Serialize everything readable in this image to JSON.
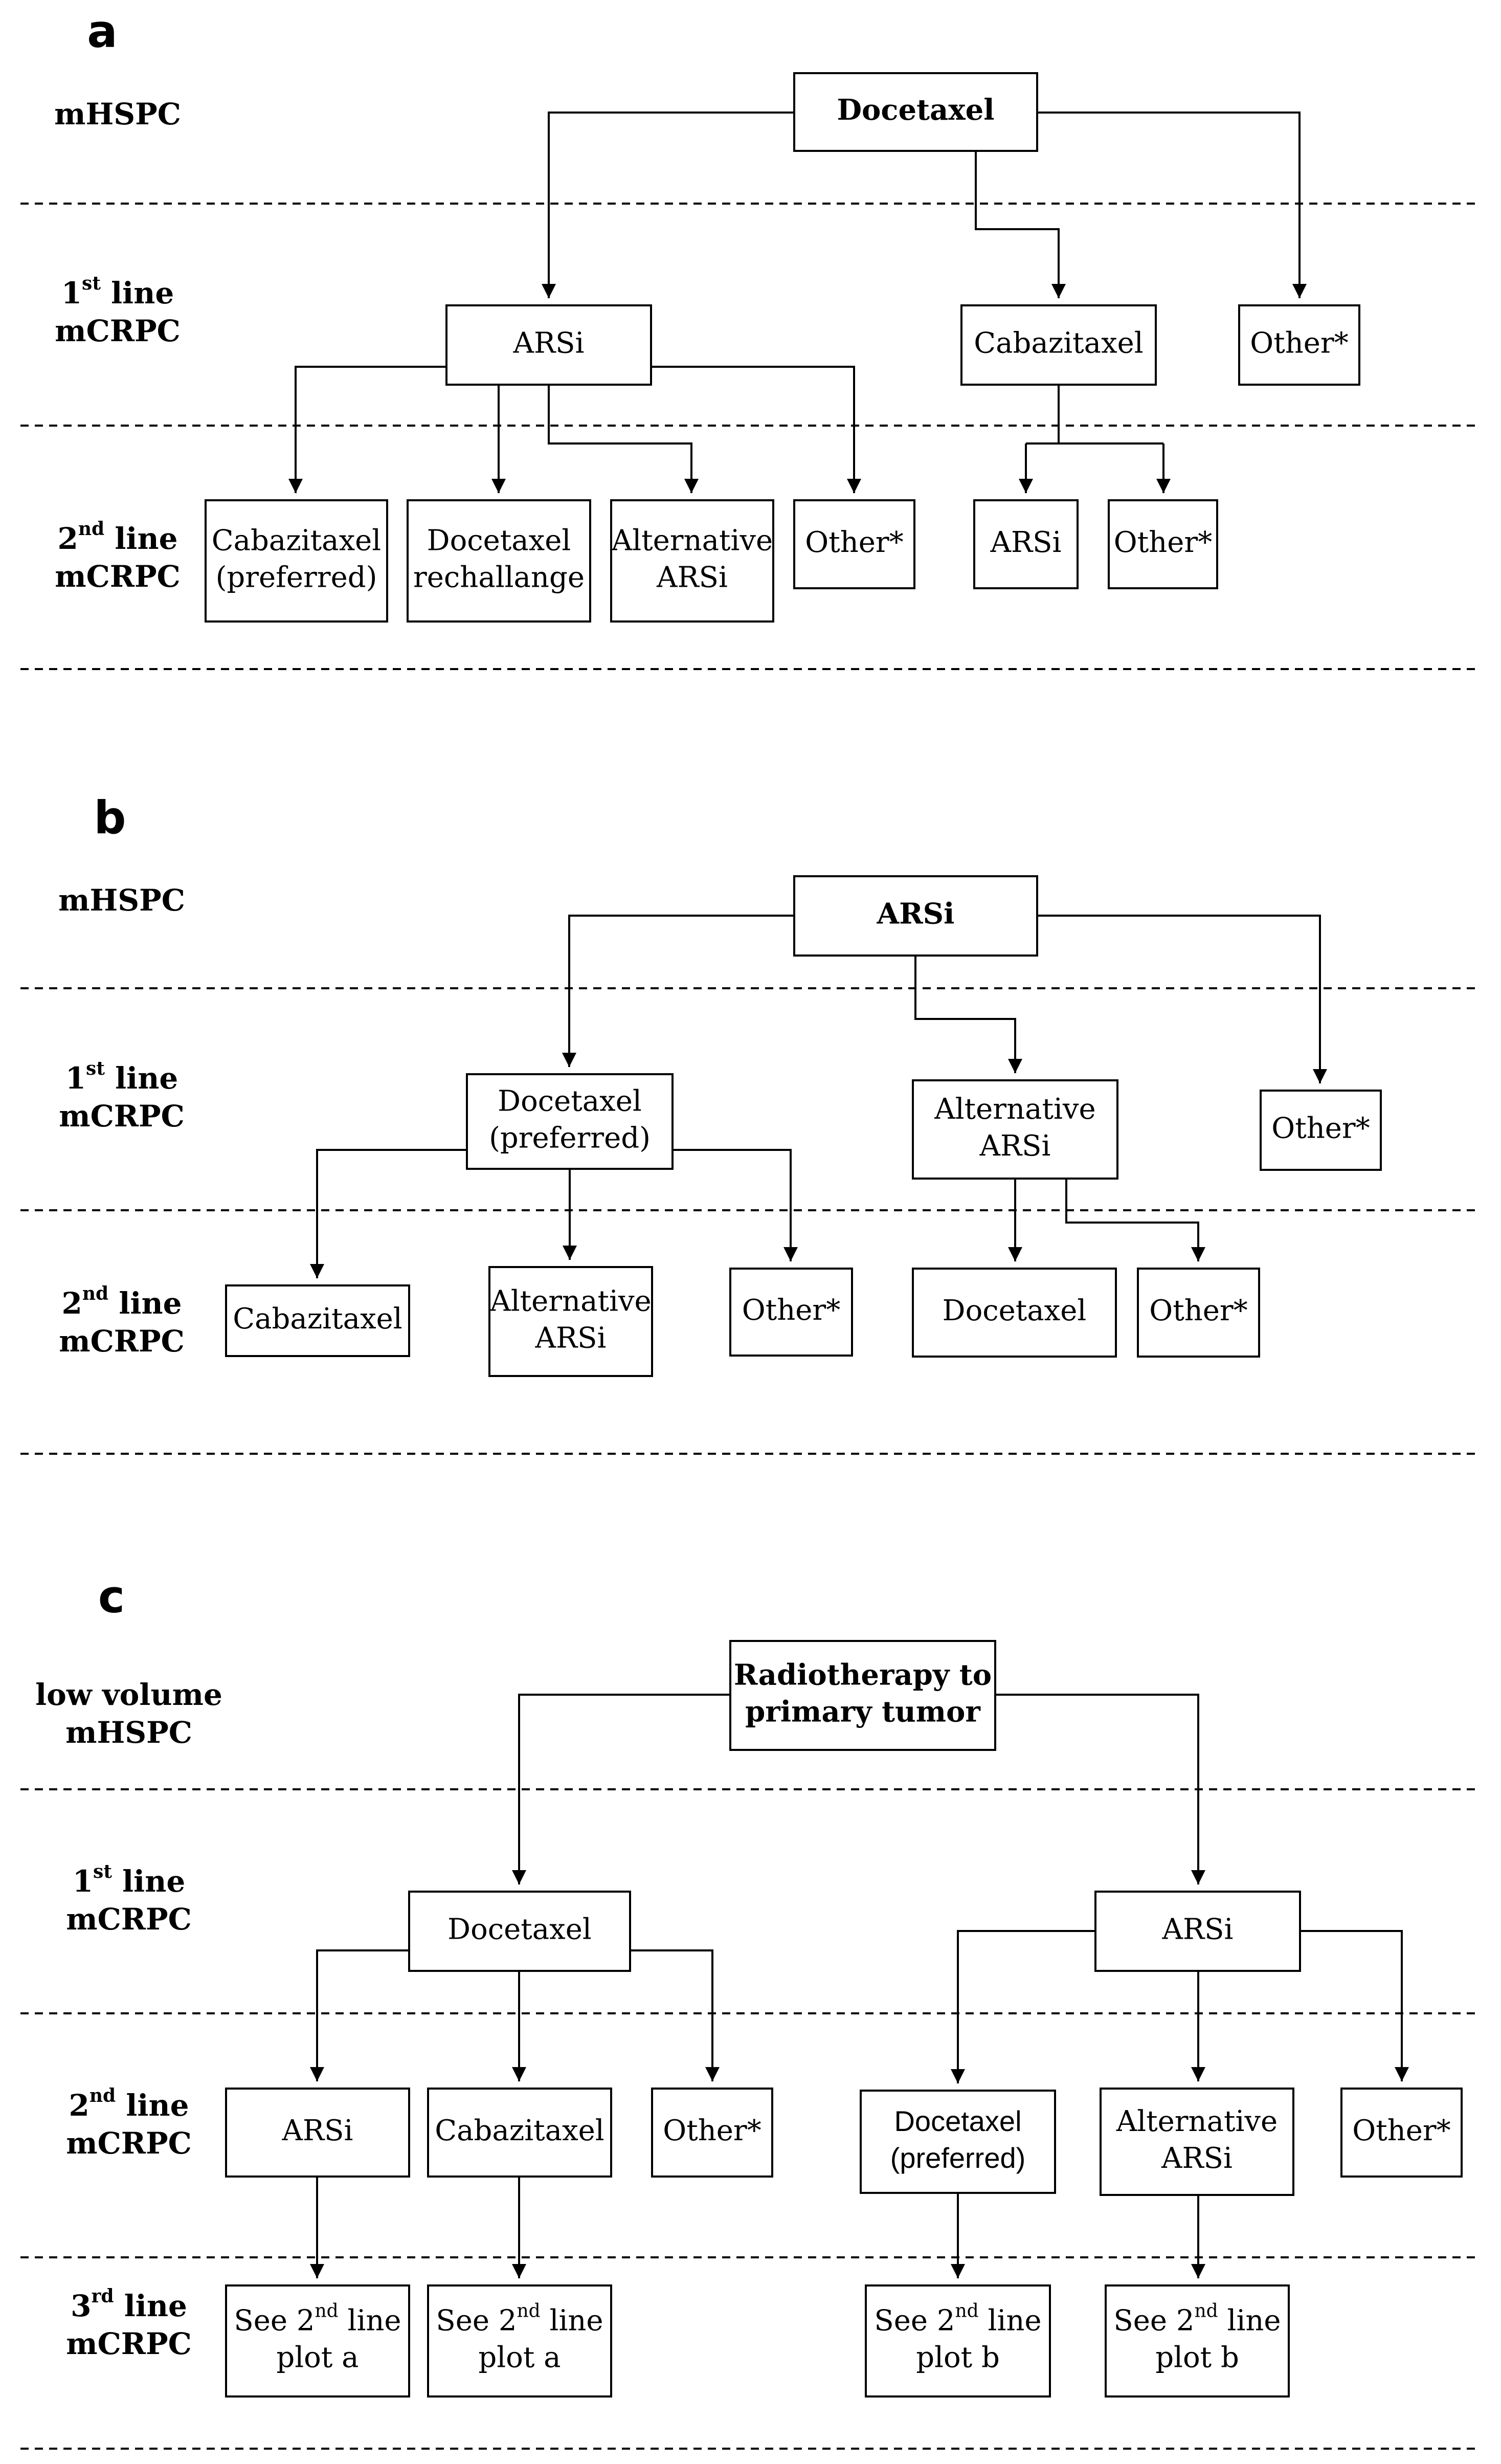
{
  "panels": [
    {
      "letter": "a",
      "rows": [
        {
          "lines": [
            [
              "mHSPC"
            ]
          ]
        },
        {
          "lines": [
            [
              "1",
              "st",
              " line"
            ],
            [
              "mCRPC"
            ]
          ]
        },
        {
          "lines": [
            [
              "2",
              "nd",
              " line"
            ],
            [
              "mCRPC"
            ]
          ]
        }
      ],
      "nodes": [
        {
          "lines": [
            [
              "Docetaxel"
            ]
          ],
          "bold": true
        },
        {
          "lines": [
            [
              "ARSi"
            ]
          ]
        },
        {
          "lines": [
            [
              "Cabazitaxel"
            ]
          ]
        },
        {
          "lines": [
            [
              "Other*"
            ]
          ]
        },
        {
          "lines": [
            [
              "Cabazitaxel"
            ],
            [
              "(preferred)"
            ]
          ]
        },
        {
          "lines": [
            [
              "Docetaxel"
            ],
            [
              "rechallange"
            ]
          ]
        },
        {
          "lines": [
            [
              "Alternative"
            ],
            [
              "ARSi"
            ]
          ]
        },
        {
          "lines": [
            [
              "Other*"
            ]
          ]
        },
        {
          "lines": [
            [
              "ARSi"
            ]
          ]
        },
        {
          "lines": [
            [
              "Other*"
            ]
          ]
        }
      ]
    },
    {
      "letter": "b",
      "rows": [
        {
          "lines": [
            [
              "mHSPC"
            ]
          ]
        },
        {
          "lines": [
            [
              "1",
              "st",
              " line"
            ],
            [
              "mCRPC"
            ]
          ]
        },
        {
          "lines": [
            [
              "2",
              "nd",
              " line"
            ],
            [
              "mCRPC"
            ]
          ]
        }
      ],
      "nodes": [
        {
          "lines": [
            [
              "ARSi"
            ]
          ],
          "bold": true
        },
        {
          "lines": [
            [
              "Docetaxel"
            ],
            [
              "(preferred)"
            ]
          ]
        },
        {
          "lines": [
            [
              "Alternative"
            ],
            [
              "ARSi"
            ]
          ]
        },
        {
          "lines": [
            [
              "Other*"
            ]
          ]
        },
        {
          "lines": [
            [
              "Cabazitaxel"
            ]
          ]
        },
        {
          "lines": [
            [
              "Alternative"
            ],
            [
              "ARSi"
            ]
          ]
        },
        {
          "lines": [
            [
              "Other*"
            ]
          ]
        },
        {
          "lines": [
            [
              "Docetaxel"
            ]
          ]
        },
        {
          "lines": [
            [
              "Other*"
            ]
          ]
        }
      ]
    },
    {
      "letter": "c",
      "rows": [
        {
          "lines": [
            [
              "low volume"
            ],
            [
              "mHSPC"
            ]
          ]
        },
        {
          "lines": [
            [
              "1",
              "st",
              " line"
            ],
            [
              "mCRPC"
            ]
          ]
        },
        {
          "lines": [
            [
              "2",
              "nd",
              " line"
            ],
            [
              "mCRPC"
            ]
          ]
        },
        {
          "lines": [
            [
              "3",
              "rd",
              " line"
            ],
            [
              "mCRPC"
            ]
          ]
        }
      ],
      "nodes": [
        {
          "lines": [
            [
              "Radiotherapy to"
            ],
            [
              "primary tumor"
            ]
          ],
          "bold": true
        },
        {
          "lines": [
            [
              "Docetaxel"
            ]
          ]
        },
        {
          "lines": [
            [
              "ARSi"
            ]
          ]
        },
        {
          "lines": [
            [
              "ARSi"
            ]
          ]
        },
        {
          "lines": [
            [
              "Cabazitaxel"
            ]
          ]
        },
        {
          "lines": [
            [
              "Other*"
            ]
          ]
        },
        {
          "lines": [
            [
              "Docetaxel"
            ],
            [
              "(preferred)"
            ]
          ],
          "sans": true
        },
        {
          "lines": [
            [
              "Alternative"
            ],
            [
              "ARSi"
            ]
          ]
        },
        {
          "lines": [
            [
              "Other*"
            ]
          ]
        },
        {
          "lines": [
            [
              "See 2",
              "nd",
              " line"
            ],
            [
              "plot a"
            ]
          ]
        },
        {
          "lines": [
            [
              "See 2",
              "nd",
              " line"
            ],
            [
              "plot a"
            ]
          ]
        },
        {
          "lines": [
            [
              "See 2",
              "nd",
              " line"
            ],
            [
              "plot b"
            ]
          ]
        },
        {
          "lines": [
            [
              "See 2",
              "nd",
              " line"
            ],
            [
              "plot b"
            ]
          ]
        }
      ]
    }
  ]
}
